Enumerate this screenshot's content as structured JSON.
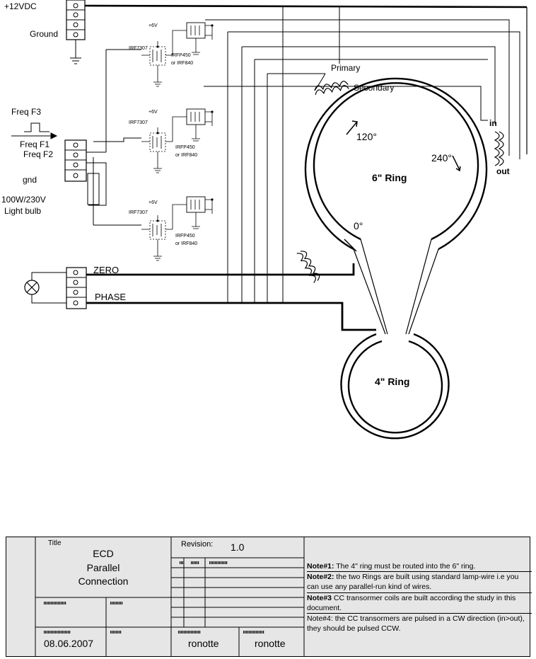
{
  "labels": {
    "v12": "+12VDC",
    "ground": "Ground",
    "freq_f3": "Freq F3",
    "freq_f1": "Freq F1",
    "freq_f2": "Freq F2",
    "gnd": "gnd",
    "bulb1": "100W/230V",
    "bulb2": "Light bulb",
    "zero": "ZERO",
    "phase": "PHASE",
    "primary": "Primary",
    "secondary": "Secondary",
    "ring6": "6\" Ring",
    "ring4": "4\" Ring",
    "a120": "120°",
    "a240": "240°",
    "a0": "0°",
    "in": "in",
    "out": "out",
    "v6": "+6V",
    "irf7307": "IRF7307",
    "irfp450": "IRFP450",
    "irf840": "or IRF840"
  },
  "titleblock": {
    "title_label": "Title",
    "title_lines": [
      "ECD",
      "Parallel",
      "Connection"
    ],
    "revision_label": "Revision:",
    "revision": "1.0",
    "date": "08.06.2007",
    "author1": "ronotte",
    "author2": "ronotte"
  },
  "notes": [
    {
      "bold": "Note#1:",
      "text": " The 4\" ring must be routed into the 6\" ring."
    },
    {
      "bold": "Note#2:",
      "text": " the two Rings are built using standard lamp-wire i.e you can use any parallel-run kind of wires."
    },
    {
      "bold": "Note#3",
      "text": " CC transormer coils are built according the study in this document."
    },
    {
      "bold": "",
      "text": "Note#4: the CC transormers are pulsed in a CW direction (in>out), they should be pulsed CCW."
    }
  ]
}
